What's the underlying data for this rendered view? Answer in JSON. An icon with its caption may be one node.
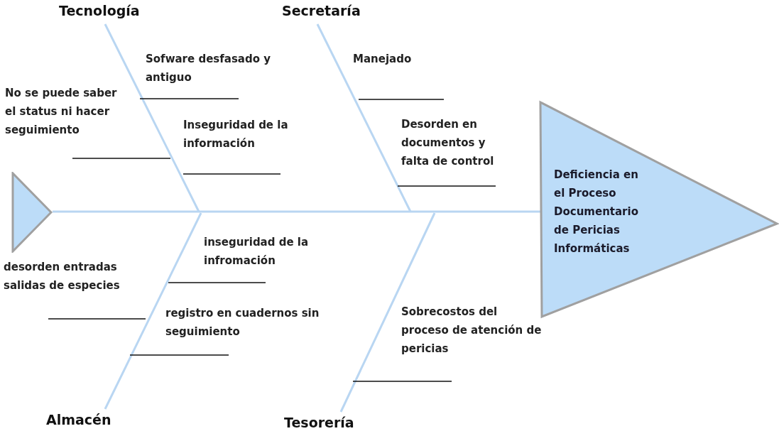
{
  "diagram": {
    "nodes": [
      {
        "text": [
          "Tecnología"
        ]
      },
      {
        "text": [
          "Secretaría"
        ]
      },
      {
        "text": [],
        "shape": "triangle"
      },
      {
        "text": [
          "Deficiencia en el Proceso Documentario de Pericias Informáticas"
        ]
      },
      {
        "text": [
          "Almacén"
        ]
      },
      {
        "text": [
          "Tesorería"
        ]
      }
    ],
    "edges": [
      {
        "from": 2,
        "to": 3,
        "arrow": "none"
      },
      {
        "from": 0,
        "to": null,
        "arrow": "none"
      },
      {
        "from": 1,
        "to": null,
        "arrow": "none"
      },
      {
        "from": 4,
        "to": null,
        "arrow": "none"
      },
      {
        "from": 5,
        "to": null,
        "arrow": "none"
      }
    ],
    "labels": [
      "Sofware desfasado y antiguo",
      "Manejado",
      "No se puede saber el status ni hacer seguimiento",
      "Inseguridad de la información",
      "Desorden en documentos y falta de control",
      "inseguridad de la infromación",
      "desorden entradas salidas de especies",
      "registro en cuadernos sin seguimiento",
      "Sobrecostos del proceso de atención de pericias"
    ]
  }
}
